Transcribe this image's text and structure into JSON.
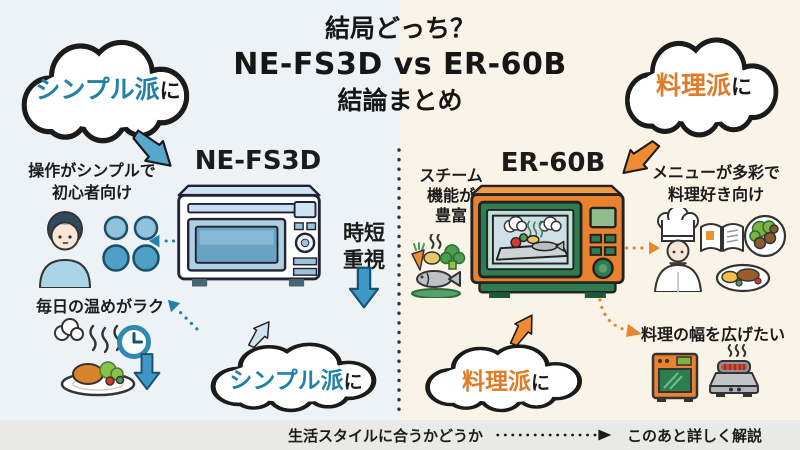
{
  "title": {
    "line1": "結局どっち？",
    "line2": "NE-FS3D vs ER-60B",
    "line3": "結論まとめ"
  },
  "left": {
    "cloud_top_highlight": "シンプル派",
    "cloud_top_suffix": "に",
    "feature1_line1": "操作がシンプルで",
    "feature1_line2": "初心者向け",
    "feature2": "毎日の温めがラク",
    "product": "NE-FS3D",
    "cloud_bottom_highlight": "シンプル派",
    "cloud_bottom_suffix": "に"
  },
  "center": {
    "priority_line1": "時短",
    "priority_line2": "重視"
  },
  "right": {
    "cloud_top_highlight": "料理派",
    "cloud_top_suffix": "に",
    "steam_line1": "スチーム",
    "steam_line2": "機能が",
    "steam_line3": "豊富",
    "feature1_line1": "メニューが多彩で",
    "feature1_line2": "料理好き向け",
    "feature2": "料理の幅を広げたい",
    "product": "ER-60B",
    "cloud_bottom_highlight": "料理派",
    "cloud_bottom_suffix": "に"
  },
  "footer": {
    "question": "生活スタイルに合うかどうか",
    "conclusion": "このあと詳しく解説"
  },
  "colors": {
    "blue_accent": "#2381a8",
    "orange_accent": "#e07b28",
    "arrow_blue": "#3e97c6",
    "arrow_orange": "#ef8b33",
    "left_bg": "#edf2f6",
    "right_bg": "#faf3e8",
    "footer_bg": "#e9e9e7",
    "microwave_left_body": "#fbfdfe",
    "microwave_right_body": "#e8822f",
    "microwave_right_door": "#2e7d4f"
  },
  "icons": {
    "person": "person-icon",
    "buttons": "simple-buttons-icon",
    "meal": "hot-meal-plate-icon",
    "clock": "clock-icon",
    "chef": "chef-icon",
    "book": "recipe-book-icon",
    "salad": "salad-plate-icon",
    "dinner": "dinner-plate-icon",
    "steam_food": "steamed-food-icon",
    "oven": "oven-icon",
    "grill": "grill-icon"
  }
}
